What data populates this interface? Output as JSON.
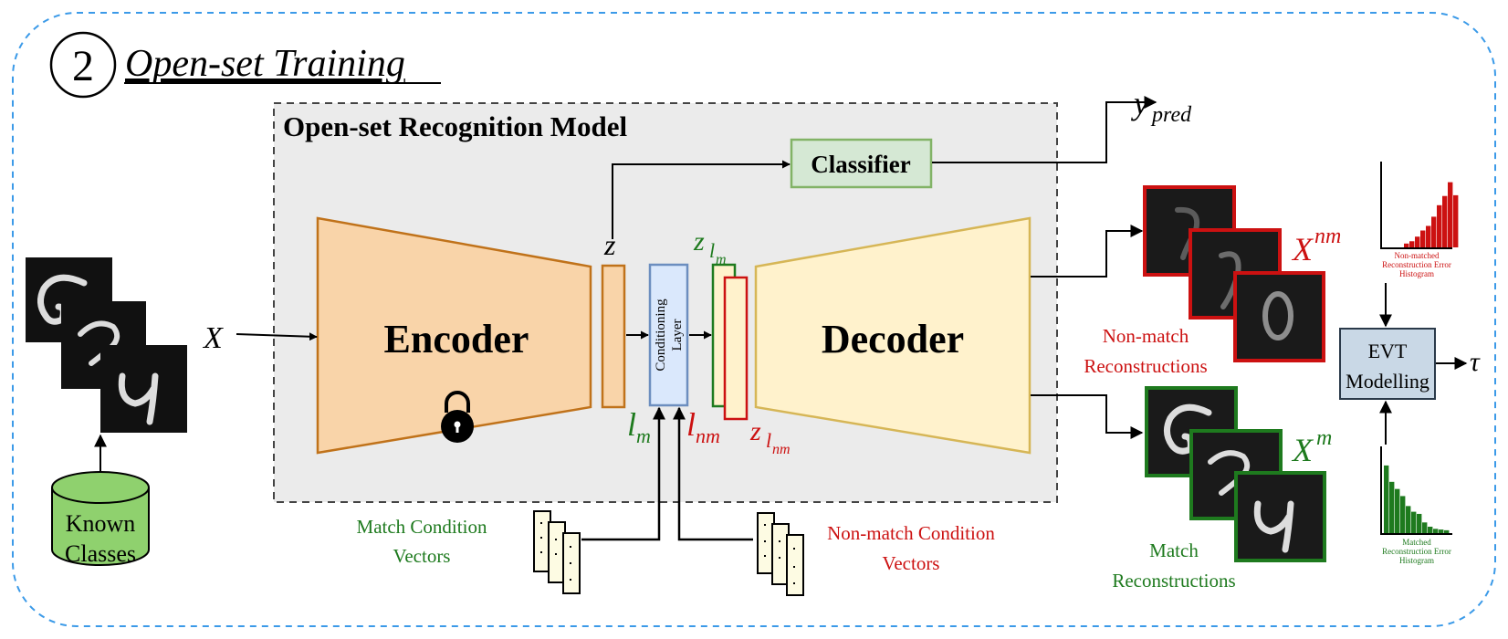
{
  "section": {
    "number": "2",
    "title": "Open-set Training"
  },
  "model": {
    "title": "Open-set Recognition Model",
    "encoder": "Encoder",
    "decoder": "Decoder",
    "classifier": "Classifier",
    "conditioning": [
      "Conditioning",
      "Layer"
    ]
  },
  "symbols": {
    "input": "X",
    "z": "z",
    "z_lm": {
      "base": "z",
      "sub": "l",
      "subsub": "m"
    },
    "z_lnm": {
      "base": "z",
      "sub": "l",
      "subsub": "nm"
    },
    "lm": {
      "base": "l",
      "sub": "m"
    },
    "lnm": {
      "base": "l",
      "sub": "nm"
    },
    "ypred": {
      "base": "y",
      "sub": "pred"
    },
    "xnm": {
      "base": "X",
      "sup": "nm"
    },
    "xm": {
      "base": "X",
      "sup": "m"
    },
    "tau": "τ"
  },
  "known_classes": [
    "Known",
    "Classes"
  ],
  "match_vectors": [
    "Match Condition",
    "Vectors"
  ],
  "nonmatch_vectors": [
    "Non-match Condition",
    "Vectors"
  ],
  "nonmatch_recon": [
    "Non-match",
    "Reconstructions"
  ],
  "match_recon": [
    "Match",
    "Reconstructions"
  ],
  "evt": [
    "EVT",
    "Modelling"
  ],
  "hist_nonmatched": [
    "Non-matched",
    "Reconstruction Error",
    "Histogram"
  ],
  "hist_matched": [
    "Matched",
    "Reconstruction Error",
    "Histogram"
  ],
  "colors": {
    "green": "#1e7a1e",
    "red": "#cc1111",
    "encoder_fill": "#f9d4a9",
    "encoder_stroke": "#c0721a",
    "decoder_fill": "#fff2cc",
    "decoder_stroke": "#d6b656",
    "classifier_fill": "#d5e8d4",
    "classifier_stroke": "#82b366",
    "conditioning_fill": "#dae8fc",
    "conditioning_stroke": "#6c8ebf",
    "evt_fill": "#c9d8e6",
    "known_fill": "#8fd16e",
    "dash_blue": "#3b9ae8"
  },
  "chart_data": [
    {
      "type": "bar",
      "title": "Non-matched Reconstruction Error Histogram",
      "values": [
        0.05,
        0.08,
        0.14,
        0.22,
        0.28,
        0.4,
        0.55,
        0.67,
        0.85,
        0.68
      ]
    },
    {
      "type": "bar",
      "title": "Matched Reconstruction Error Histogram",
      "values": [
        0.95,
        0.72,
        0.62,
        0.52,
        0.38,
        0.3,
        0.27,
        0.15,
        0.09,
        0.06,
        0.05,
        0.04
      ]
    }
  ]
}
